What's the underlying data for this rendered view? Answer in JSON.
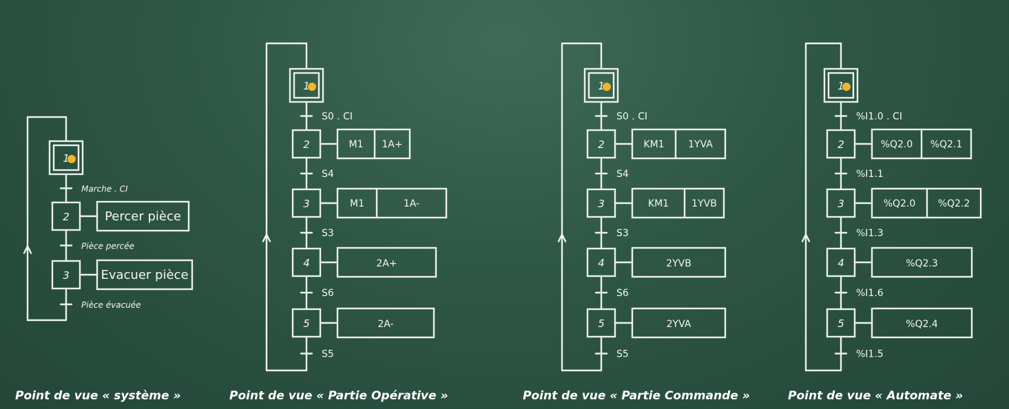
{
  "grafcets": [
    {
      "title": "Point de vue « système »",
      "steps": [
        {
          "num": "1",
          "actions": []
        },
        {
          "num": "2",
          "actions": [
            "Percer pièce"
          ]
        },
        {
          "num": "3",
          "actions": [
            "Evacuer pièce"
          ]
        }
      ],
      "transitions": [
        "Marche . CI",
        "Pièce percée",
        "Pièce évacuée"
      ]
    },
    {
      "title": "Point de vue « Partie Opérative »",
      "steps": [
        {
          "num": "1",
          "actions": []
        },
        {
          "num": "2",
          "actions": [
            "M1",
            "1A+"
          ]
        },
        {
          "num": "3",
          "actions": [
            "M1",
            "1A-"
          ]
        },
        {
          "num": "4",
          "actions": [
            "2A+"
          ]
        },
        {
          "num": "5",
          "actions": [
            "2A-"
          ]
        }
      ],
      "transitions": [
        "S0 . CI",
        "S4",
        "S3",
        "S6",
        "S5"
      ]
    },
    {
      "title": "Point de vue « Partie Commande »",
      "steps": [
        {
          "num": "1",
          "actions": []
        },
        {
          "num": "2",
          "actions": [
            "KM1",
            "1YVA"
          ]
        },
        {
          "num": "3",
          "actions": [
            "KM1",
            "1YVB"
          ]
        },
        {
          "num": "4",
          "actions": [
            "2YVB"
          ]
        },
        {
          "num": "5",
          "actions": [
            "2YVA"
          ]
        }
      ],
      "transitions": [
        "S0 . CI",
        "S4",
        "S3",
        "S6",
        "S5"
      ]
    },
    {
      "title": "Point de vue « Automate »",
      "steps": [
        {
          "num": "1",
          "actions": []
        },
        {
          "num": "2",
          "actions": [
            "%Q2.0",
            "%Q2.1"
          ]
        },
        {
          "num": "3",
          "actions": [
            "%Q2.0",
            "%Q2.2"
          ]
        },
        {
          "num": "4",
          "actions": [
            "%Q2.3"
          ]
        },
        {
          "num": "5",
          "actions": [
            "%Q2.4"
          ]
        }
      ],
      "transitions": [
        "%I1.0 . CI",
        "%I1.1",
        "%I1.3",
        "%I1.6",
        "%I1.5"
      ]
    }
  ],
  "colors": {
    "chalk": "#eef2ee",
    "board": "#2e5646",
    "active_token": "#f0b62a"
  }
}
